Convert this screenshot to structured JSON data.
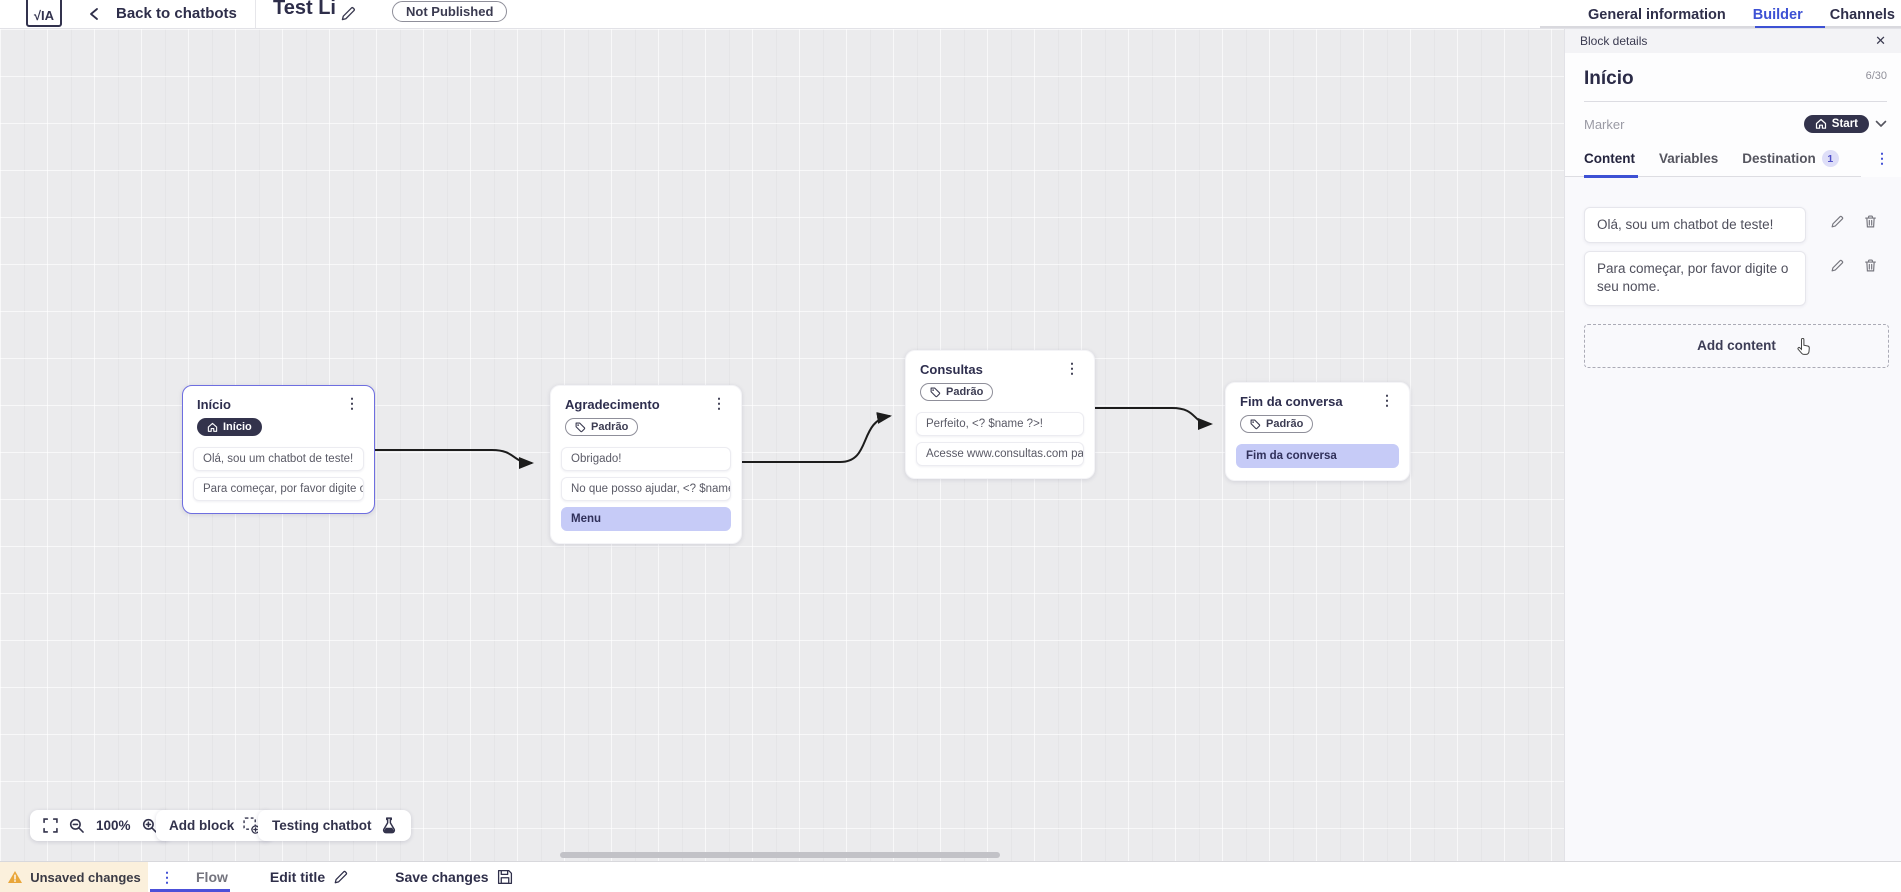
{
  "topbar": {
    "logo_text": "√IA",
    "back_label": "Back to chatbots",
    "title": "Test Li",
    "status_badge": "Not Published",
    "tabs": [
      {
        "label": "General information"
      },
      {
        "label": "Builder"
      },
      {
        "label": "Channels"
      }
    ]
  },
  "panel": {
    "header_title": "Block details",
    "block_name": "Início",
    "char_counter": "6/30",
    "marker_label": "Marker",
    "marker_value": "Start",
    "tabs": [
      {
        "label": "Content"
      },
      {
        "label": "Variables"
      },
      {
        "label": "Destination",
        "badge": "1"
      }
    ],
    "contents": [
      {
        "text": "Olá, sou um chatbot de teste!"
      },
      {
        "text": "Para começar, por favor digite o seu nome."
      }
    ],
    "add_content_label": "Add content"
  },
  "canvas": {
    "nodes": [
      {
        "title": "Início",
        "badge_label": "Início",
        "items": [
          {
            "text": "Olá, sou um chatbot de teste!"
          },
          {
            "text": "Para começar, por favor digite o ..."
          }
        ]
      },
      {
        "title": "Agradecimento",
        "badge_label": "Padrão",
        "items": [
          {
            "text": "Obrigado!"
          },
          {
            "text": "No que posso ajudar, <? $name ..."
          },
          {
            "text": "Menu"
          }
        ]
      },
      {
        "title": "Consultas",
        "badge_label": "Padrão",
        "items": [
          {
            "text": "Perfeito, <? $name ?>!"
          },
          {
            "text": "Acesse www.consultas.com par..."
          }
        ]
      },
      {
        "title": "Fim da conversa",
        "badge_label": "Padrão",
        "items": [
          {
            "text": "Fim da conversa"
          }
        ]
      }
    ],
    "zoom_level": "100%",
    "add_block_label": "Add block",
    "testing_label": "Testing chatbot"
  },
  "bottombar": {
    "unsaved_label": "Unsaved changes",
    "flow_label": "Flow",
    "edit_title_label": "Edit title",
    "save_label": "Save changes"
  },
  "colors": {
    "accent_blue": "#3d51d4",
    "periwinkle_highlight": "#c6cbf7",
    "dark_badge": "#33334c",
    "selected_node_border": "#6e6ee0",
    "warning_orange": "#e9a63a",
    "canvas_background": "#ebebed"
  },
  "icons": {
    "kebab": "⋮",
    "close": "✕"
  }
}
